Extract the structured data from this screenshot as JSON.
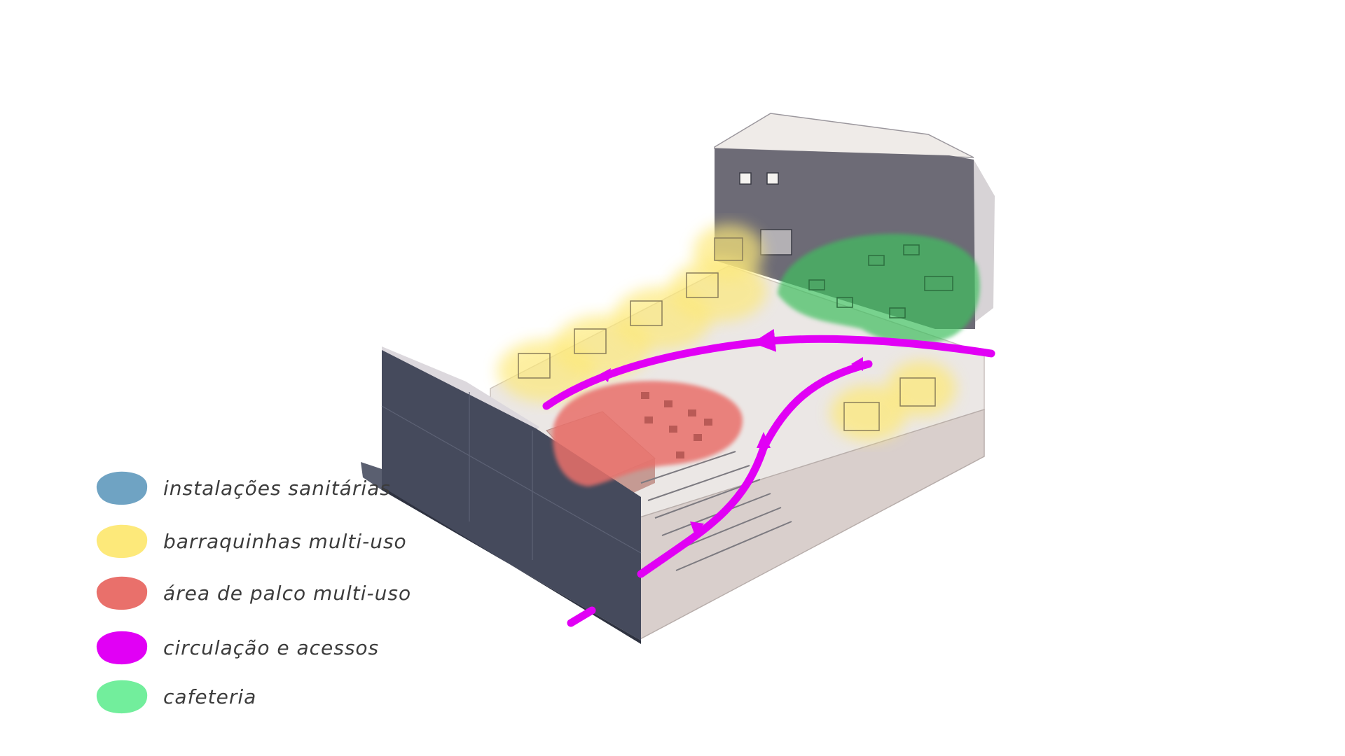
{
  "legend": {
    "items": [
      {
        "key": "sanitary",
        "label": "instalações sanitárias",
        "color": "#6fa3c3"
      },
      {
        "key": "stalls",
        "label": "barraquinhas multi-uso",
        "color": "#fde97a"
      },
      {
        "key": "stage",
        "label": "área de palco multi-uso",
        "color": "#e9706b"
      },
      {
        "key": "circulation",
        "label": "circulação e acessos",
        "color": "#e100f5"
      },
      {
        "key": "cafe",
        "label": "cafeteria",
        "color": "#72ee9c"
      }
    ]
  },
  "colors": {
    "building_dark": "#454a5c",
    "wall_grey": "#6d6b76",
    "floor": "#ebe7e5",
    "slab_side": "#d9cfcc"
  }
}
